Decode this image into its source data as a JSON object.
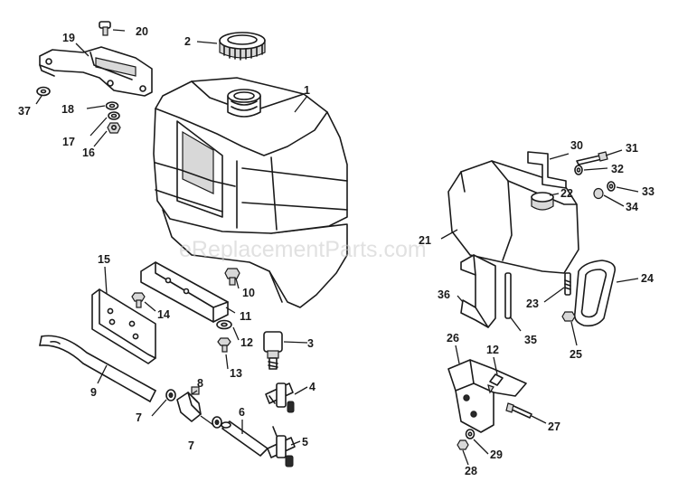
{
  "watermark": "eReplacementParts.com",
  "callouts": {
    "p1": "1",
    "p2": "2",
    "p3": "3",
    "p4": "4",
    "p5": "5",
    "p6": "6",
    "p7a": "7",
    "p7b": "7",
    "p8": "8",
    "p9": "9",
    "p10": "10",
    "p11": "11",
    "p12a": "12",
    "p12b": "12",
    "p13": "13",
    "p14": "14",
    "p15": "15",
    "p16": "16",
    "p17": "17",
    "p18": "18",
    "p19": "19",
    "p20": "20",
    "p21": "21",
    "p22": "22",
    "p23": "23",
    "p24": "24",
    "p25": "25",
    "p26": "26",
    "p27": "27",
    "p28": "28",
    "p29": "29",
    "p30": "30",
    "p31": "31",
    "p32": "32",
    "p33": "33",
    "p34": "34",
    "p35": "35",
    "p36": "36",
    "p37": "37"
  }
}
